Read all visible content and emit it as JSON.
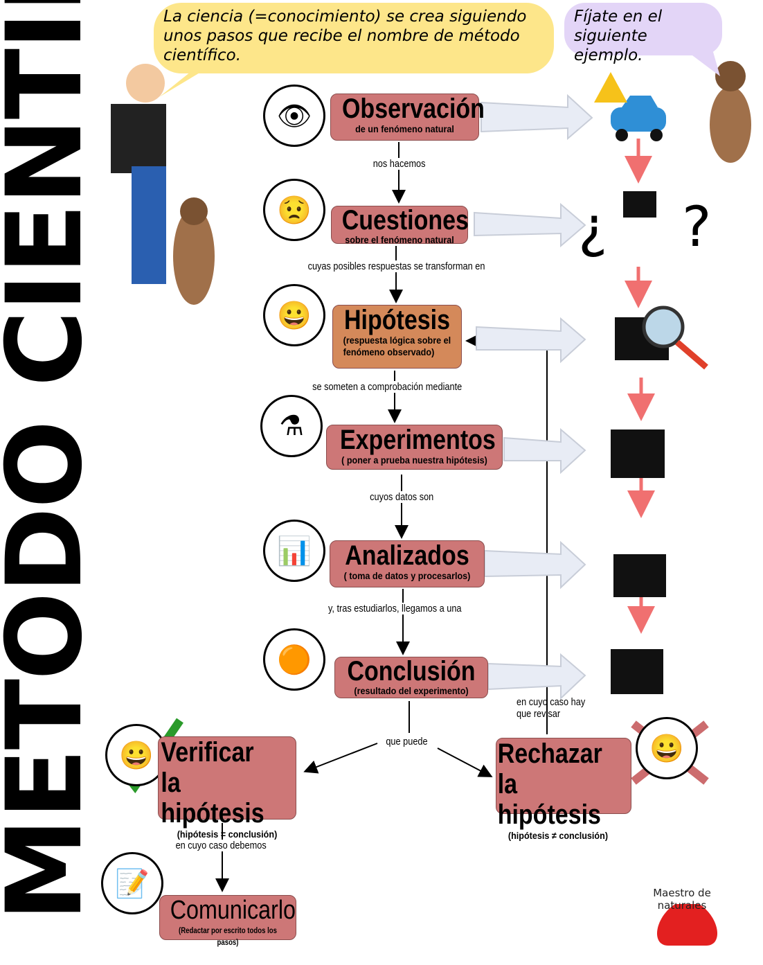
{
  "title": "MÉTODO CIENTÍFICO",
  "bubbles": {
    "intro": "La ciencia (=conocimiento) se crea siguiendo unos pasos que recibe el nombre de método científico.",
    "example": "Fíjate en el siguiente ejemplo."
  },
  "steps": [
    {
      "title": "Observación",
      "subtitle": "de un fenómeno natural",
      "icon": "eye-icon"
    },
    {
      "title": "Cuestiones",
      "subtitle": "sobre el fenómeno natural",
      "icon": "questioning-face-icon"
    },
    {
      "title": "Hipótesis",
      "subtitle": "(respuesta lógica sobre el fenómeno observado)",
      "icon": "idea-face-icon"
    },
    {
      "title": "Experimentos",
      "subtitle": "( poner a prueba nuestra hipótesis)",
      "icon": "lab-flask-icon"
    },
    {
      "title": "Analizados",
      "subtitle": "( toma de datos y procesarlos)",
      "icon": "chart-magnifier-icon"
    },
    {
      "title": "Conclusión",
      "subtitle": "(resultado del experimento)",
      "icon": "network-icon"
    },
    {
      "title": "Verificar la hipótesis",
      "subtitle": "(hipótesis = conclusión)",
      "icon": "check-icon"
    },
    {
      "title": "Rechazar la hipótesis",
      "subtitle": "(hipótesis ≠ conclusión)",
      "icon": "cross-icon"
    },
    {
      "title": "Comunicarlo",
      "subtitle": "(Redactar por escrito todos los pasos)",
      "icon": "document-pen-icon"
    }
  ],
  "connectors": [
    "nos hacemos",
    "cuyas posibles respuestas se transforman en",
    "se someten a comprobación mediante",
    "cuyos datos son",
    "y, tras estudiarlos, llegamos a una",
    "que puede",
    "en cuyo caso debemos",
    "en cuyo caso hay que revisar"
  ],
  "logo": "Maestro de naturales",
  "colors": {
    "box": "#cd7777",
    "hypothesis_box": "#d4895a",
    "intro_bubble": "#fde68a",
    "example_bubble": "#e3d5f7",
    "arrow_red": "#f07070"
  }
}
